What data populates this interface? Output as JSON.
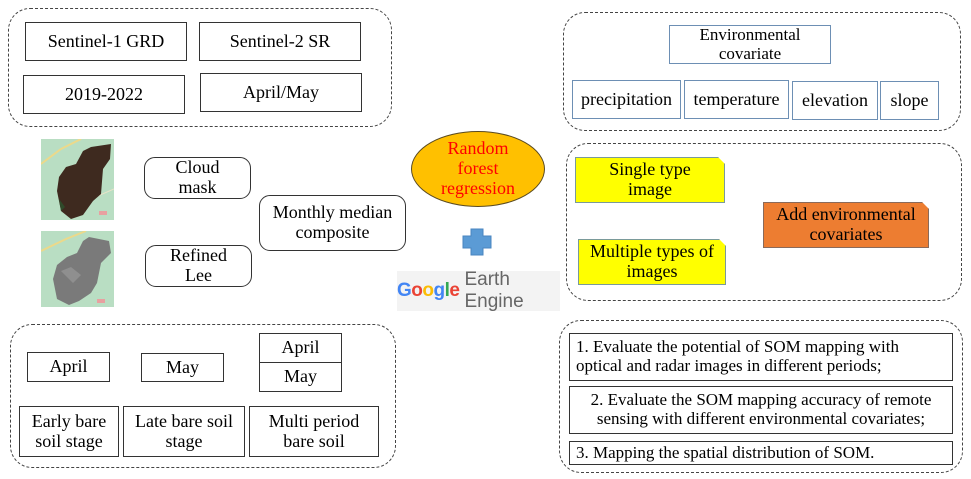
{
  "data_sources": {
    "items": [
      "Sentinel-1 GRD",
      "Sentinel-2 SR",
      "2019-2022",
      "April/May"
    ]
  },
  "environmental": {
    "title": "Environmental covariate",
    "title_line1": "Environmental",
    "title_line2": "covariate",
    "items": [
      "precipitation",
      "temperature",
      "elevation",
      "slope"
    ]
  },
  "preprocessing": {
    "cloud_mask_line1": "Cloud",
    "cloud_mask_line2": "mask",
    "refined_lee_line1": "Refined",
    "refined_lee_line2": "Lee",
    "composite_line1": "Monthly median",
    "composite_line2": "composite",
    "optical_image": "optical-image-thumbnail",
    "radar_image": "radar-image-thumbnail"
  },
  "model": {
    "line1": "Random",
    "line2": "forest",
    "line3": "regression",
    "fill_color": "#ffc000",
    "text_color": "#ff0000",
    "plus_icon": "plus-icon",
    "plus_color": "#5b9bd5",
    "platform": {
      "google": "Google",
      "rest": "Earth Engine"
    }
  },
  "experiments": {
    "single_line1": "Single type",
    "single_line2": "image",
    "multiple_line1": "Multiple types of",
    "multiple_line2": "images",
    "add_line1": "Add environmental",
    "add_line2": "covariates",
    "yellow": "#ffff00",
    "orange": "#ed7d31"
  },
  "periods": {
    "april": "April",
    "may": "May",
    "multi_april": "April",
    "multi_may": "May",
    "early_line1": "Early bare",
    "early_line2": "soil stage",
    "late_line1": "Late bare soil",
    "late_line2": "stage",
    "multi_line1": "Multi period",
    "multi_line2": "bare soil"
  },
  "objectives": {
    "obj1_line1": "1. Evaluate the potential of SOM mapping with",
    "obj1_line2": "optical and radar images in different periods;",
    "obj2_line1": "2. Evaluate the SOM mapping accuracy of remote",
    "obj2_line2": "sensing with different environmental covariates;",
    "obj3": "3. Mapping the spatial distribution of SOM."
  }
}
